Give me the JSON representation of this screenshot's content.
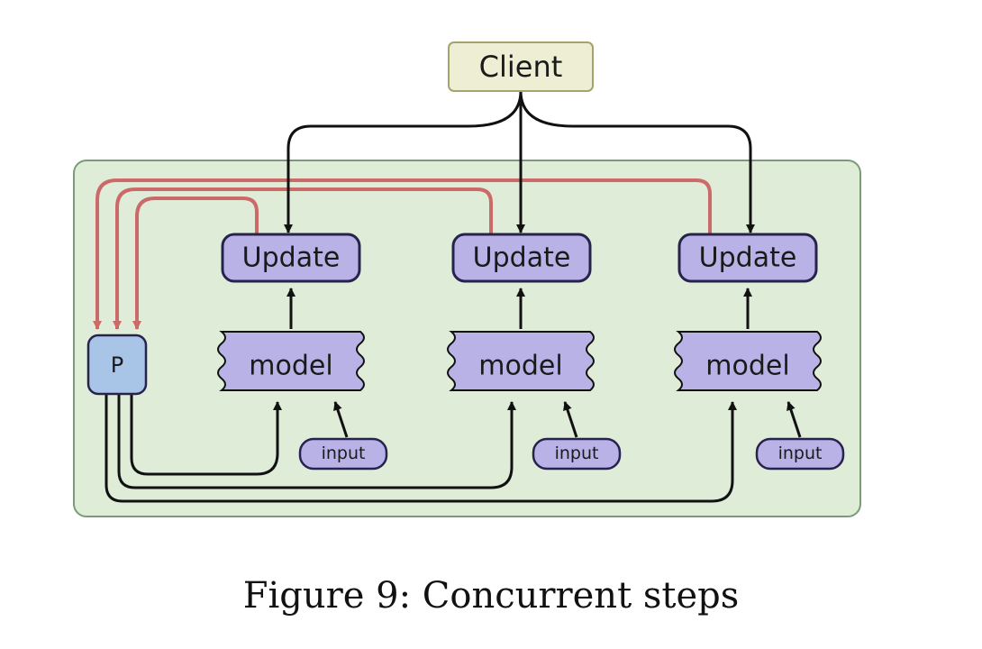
{
  "diagram": {
    "client_label": "Client",
    "p_label": "P",
    "columns": [
      {
        "update_label": "Update",
        "model_label": "model",
        "input_label": "input"
      },
      {
        "update_label": "Update",
        "model_label": "model",
        "input_label": "input"
      },
      {
        "update_label": "Update",
        "model_label": "model",
        "input_label": "input"
      }
    ]
  },
  "caption": "Figure 9: Concurrent steps",
  "colors": {
    "container_fill": "#dfecd8",
    "container_stroke": "#7a9b78",
    "client_fill": "#eeeed5",
    "client_stroke": "#a3a36b",
    "update_fill": "#b8b2e6",
    "update_stroke": "#27234d",
    "model_fill": "#b8b2e6",
    "p_fill": "#a8c4e6",
    "p_stroke": "#27234d",
    "red_arrow": "#cc6a6a",
    "black_arrow": "#111111"
  }
}
